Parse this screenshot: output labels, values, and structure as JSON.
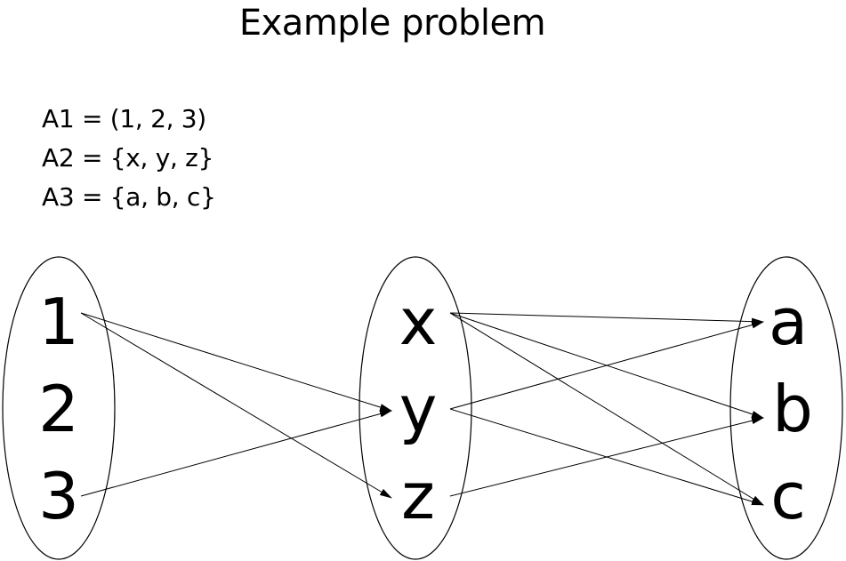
{
  "title": "Example problem",
  "definitions": [
    "A1 = (1, 2, 3)",
    "A2 = {x, y, z}",
    "A3 = {a, b, c}"
  ],
  "sets": [
    {
      "elements": [
        "1",
        "2",
        "3"
      ]
    },
    {
      "elements": [
        "x",
        "y",
        "z"
      ]
    },
    {
      "elements": [
        "a",
        "b",
        "c"
      ]
    }
  ],
  "arrows": [
    {
      "from": "1",
      "to": "y"
    },
    {
      "from": "1",
      "to": "z"
    },
    {
      "from": "3",
      "to": "y"
    },
    {
      "from": "x",
      "to": "a"
    },
    {
      "from": "x",
      "to": "b"
    },
    {
      "from": "x",
      "to": "c"
    },
    {
      "from": "y",
      "to": "a"
    },
    {
      "from": "y",
      "to": "c"
    },
    {
      "from": "z",
      "to": "b"
    }
  ]
}
